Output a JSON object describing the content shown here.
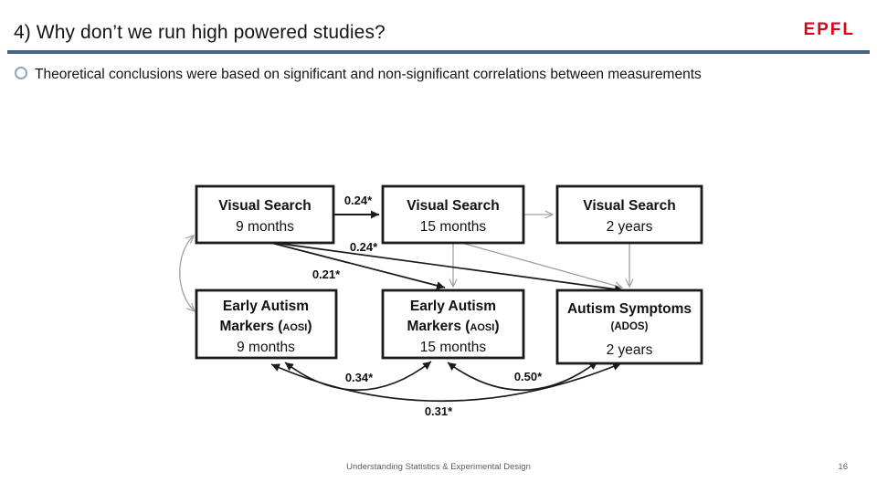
{
  "header": {
    "title": "4) Why don’t we run high powered studies?",
    "logo": "EPFL"
  },
  "bullet": {
    "text": "Theoretical conclusions were based on significant and non-significant correlations between measurements"
  },
  "diagram": {
    "nodes": [
      {
        "line1": "Visual Search",
        "line2": "9 months"
      },
      {
        "line1": "Visual Search",
        "line2": "15 months"
      },
      {
        "line1": "Visual Search",
        "line2": "2 years"
      },
      {
        "line1": "Early Autism",
        "line2_pre": "Markers (",
        "line2_caps": "AOSI",
        "line2_post": ")",
        "line3": "9 months"
      },
      {
        "line1": "Early Autism",
        "line2_pre": "Markers (",
        "line2_caps": "AOSI",
        "line2_post": ")",
        "line3": "15 months"
      },
      {
        "line1": "Autism Symptoms",
        "line2": "(ADOS)",
        "line3": "2 years"
      }
    ],
    "labels": {
      "vs9_vs15": "0.24*",
      "vs9_ados": "0.24*",
      "vs9_eam15": "0.21*",
      "eam9_eam15": "0.34*",
      "eam15_ados": "0.50*",
      "eam9_ados": "0.31*"
    }
  },
  "footer": {
    "text": "Understanding Statistics & Experimental Design",
    "page": "16"
  },
  "colors": {
    "accent_rule": "#47628b",
    "bullet_ring": "#8aa6c0",
    "logo_red": "#d6061a",
    "arrow_black": "#1b1b1b",
    "arrow_gray": "#a0a0a0",
    "footer_text": "#51626f"
  }
}
